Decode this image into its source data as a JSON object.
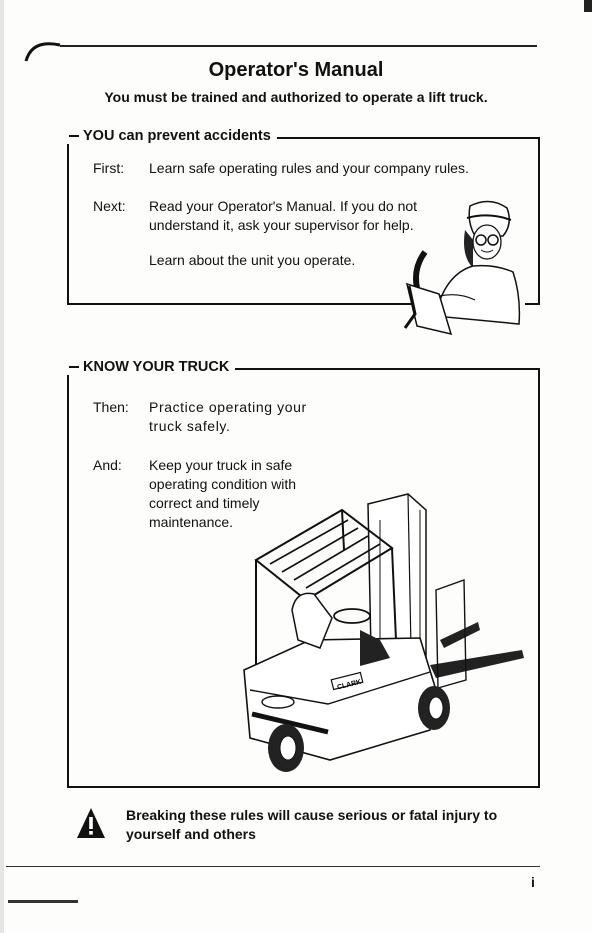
{
  "title": "Operator's Manual",
  "subtitle": "You must be trained and authorized to operate a lift truck.",
  "sections": [
    {
      "heading": "YOU can prevent accidents",
      "items": [
        {
          "label": "First:",
          "text": "Learn safe operating rules and your company rules."
        },
        {
          "label": "Next:",
          "text": "Read your Operator's Manual. If you do not understand it, ask your supervisor for help."
        },
        {
          "label": "",
          "text": "Learn about the unit you operate."
        }
      ]
    },
    {
      "heading": "KNOW YOUR TRUCK",
      "items": [
        {
          "label": "Then:",
          "text": "Practice operating your truck safely."
        },
        {
          "label": "And:",
          "text": "Keep your truck in safe operating condition with correct and timely maintenance."
        }
      ]
    }
  ],
  "warning": "Breaking these rules will cause serious or fatal injury to yourself and others",
  "page_number": "i",
  "truck_brand": "CLARK",
  "icons": {
    "warning": "warning-triangle-icon",
    "operator": "operator-illustration",
    "truck": "forklift-illustration"
  }
}
